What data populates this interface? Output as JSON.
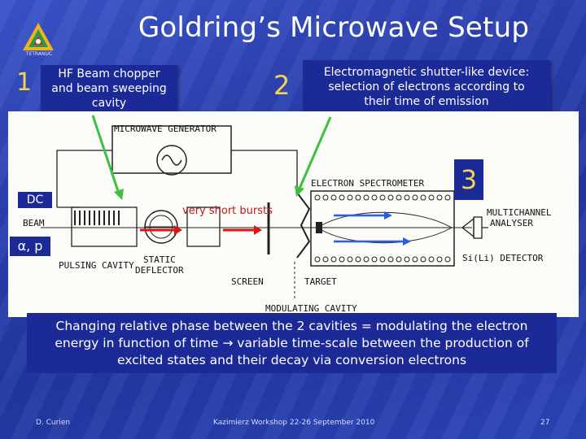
{
  "slide": {
    "title": "Goldring’s Microwave Setup",
    "logo_text": "TETRANUC",
    "callout1": {
      "number": "1",
      "text_lines": [
        "HF Beam chopper",
        "and beam sweeping",
        "cavity"
      ]
    },
    "callout2": {
      "number": "2",
      "text_lines": [
        "Electromagnetic shutter-like device:",
        "selection of electrons according to",
        "their time of emission"
      ]
    },
    "callout3": {
      "number": "3"
    },
    "diagram": {
      "labels": {
        "microwave_generator": "MICROWAVE GENERATOR",
        "electron_spectrometer": "ELECTRON SPECTROMETER",
        "beam": "BEAM",
        "pulsing_cavity": "PULSING CAVITY",
        "static_deflector_1": "STATIC",
        "static_deflector_2": "DEFLECTOR",
        "screen": "SCREEN",
        "target": "TARGET",
        "modulating_cavity": "MODULATING CAVITY",
        "multichannel_1": "MULTICHANNEL",
        "multichannel_2": "ANALYSER",
        "detector": "Si(Li) DETECTOR"
      },
      "dc_label": "DC",
      "alpha_p_label": "α, p",
      "bursts_label": "very short bursts"
    },
    "summary_lines": [
      "Changing relative phase between the 2 cavities = modulating the electron",
      "energy in function of time → variable time-scale between the production of",
      "excited states and their decay via conversion electrons"
    ],
    "footer": {
      "author": "D. Curien",
      "event": "Kazimierz Workshop 22-26 September 2010",
      "page": "27"
    }
  },
  "colors": {
    "background": "#2a3fae",
    "box": "#1c2a97",
    "number": "#f3d54a",
    "arrow_green": "#3fbf3f",
    "arrow_red": "#d81818",
    "arrow_blue": "#2a5be0"
  }
}
